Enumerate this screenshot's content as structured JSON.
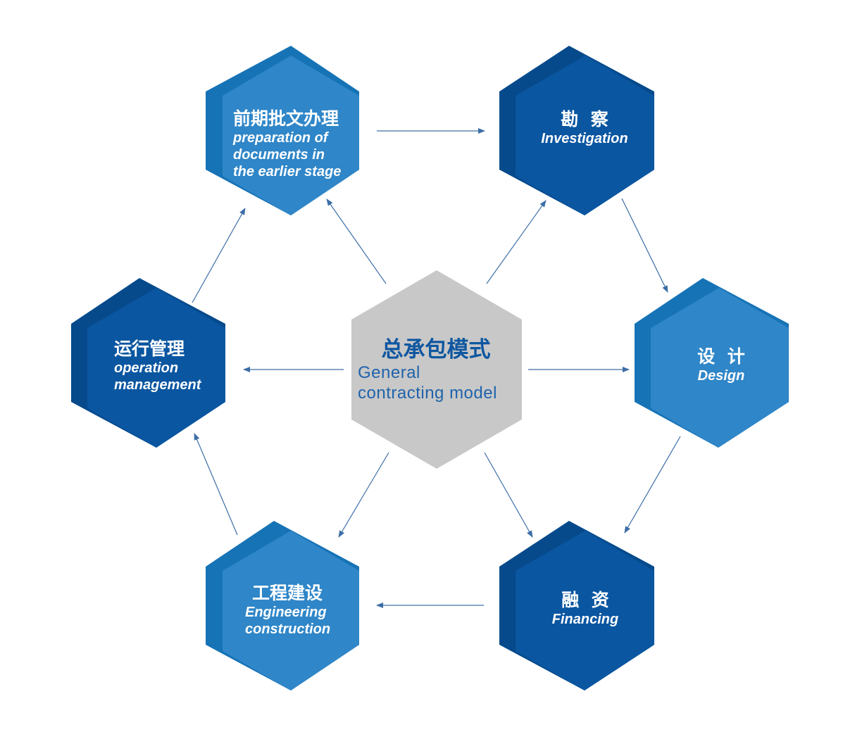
{
  "diagram": {
    "colors": {
      "dark_blue": "#0a56a1",
      "dark_blue_side": "#064a8c",
      "light_blue": "#2f86c8",
      "light_blue_side": "#1673b6",
      "center_gray": "#c8c8c8",
      "arrow": "#3c6ea6",
      "center_title": "#0f57a0"
    },
    "center": {
      "title": "总承包模式",
      "subtitle_line1": "General",
      "subtitle_line2": "contracting model"
    },
    "nodes": {
      "preparation": {
        "title": "前期批文办理",
        "line1": "preparation of",
        "line2": "documents in",
        "line3": "the earlier stage"
      },
      "investigation": {
        "title": "勘  察",
        "line1": "Investigation"
      },
      "design": {
        "title": "设  计",
        "line1": "Design"
      },
      "financing": {
        "title": "融  资",
        "line1": "Financing"
      },
      "engineering": {
        "title": "工程建设",
        "line1": "Engineering",
        "line2": "construction"
      },
      "operation": {
        "title": "运行管理",
        "line1": "operation",
        "line2": "management"
      }
    }
  }
}
